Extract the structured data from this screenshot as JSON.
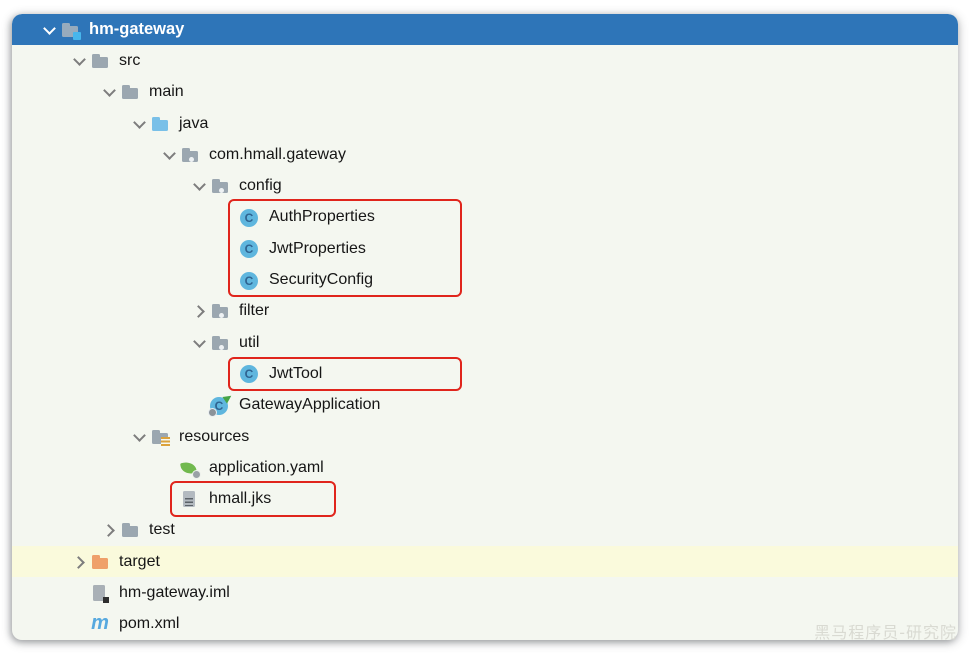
{
  "window": {
    "app": "IntelliJ IDEA project tree",
    "project": "hm-gateway"
  },
  "colors": {
    "selection_blue": "#2e75b8",
    "panel_background": "#f4f7f0",
    "excluded_row_highlight": "#fafadc",
    "annotation_red": "#e0251c",
    "source_folder_blue": "#79c0e8",
    "excluded_folder_orange": "#efa06a",
    "class_icon_blue": "#5fb6de",
    "spring_green": "#71b94e",
    "maven_blue": "#57a9df"
  },
  "icons": {
    "class_glyph": "C",
    "maven_glyph": "m"
  },
  "tree": {
    "rows": [
      {
        "label": "hm-gateway",
        "level": 0,
        "chevron": "expanded",
        "icon": "project-folder",
        "selected": true,
        "highlight": false
      },
      {
        "label": "src",
        "level": 1,
        "chevron": "expanded",
        "icon": "folder",
        "selected": false,
        "highlight": false
      },
      {
        "label": "main",
        "level": 2,
        "chevron": "expanded",
        "icon": "folder",
        "selected": false,
        "highlight": false
      },
      {
        "label": "java",
        "level": 3,
        "chevron": "expanded",
        "icon": "source-folder",
        "selected": false,
        "highlight": false
      },
      {
        "label": "com.hmall.gateway",
        "level": 4,
        "chevron": "expanded",
        "icon": "package-folder",
        "selected": false,
        "highlight": false
      },
      {
        "label": "config",
        "level": 5,
        "chevron": "expanded",
        "icon": "package-folder",
        "selected": false,
        "highlight": false
      },
      {
        "label": "AuthProperties",
        "level": 6,
        "chevron": "none",
        "icon": "class",
        "selected": false,
        "highlight": false
      },
      {
        "label": "JwtProperties",
        "level": 6,
        "chevron": "none",
        "icon": "class",
        "selected": false,
        "highlight": false
      },
      {
        "label": "SecurityConfig",
        "level": 6,
        "chevron": "none",
        "icon": "class",
        "selected": false,
        "highlight": false
      },
      {
        "label": "filter",
        "level": 5,
        "chevron": "collapsed",
        "icon": "package-folder",
        "selected": false,
        "highlight": false
      },
      {
        "label": "util",
        "level": 5,
        "chevron": "expanded",
        "icon": "package-folder",
        "selected": false,
        "highlight": false
      },
      {
        "label": "JwtTool",
        "level": 6,
        "chevron": "none",
        "icon": "class",
        "selected": false,
        "highlight": false
      },
      {
        "label": "GatewayApplication",
        "level": 5,
        "chevron": "none",
        "icon": "main-class",
        "selected": false,
        "highlight": false
      },
      {
        "label": "resources",
        "level": 3,
        "chevron": "expanded",
        "icon": "resources-folder",
        "selected": false,
        "highlight": false
      },
      {
        "label": "application.yaml",
        "level": 4,
        "chevron": "none",
        "icon": "spring-yaml",
        "selected": false,
        "highlight": false
      },
      {
        "label": "hmall.jks",
        "level": 4,
        "chevron": "none",
        "icon": "generic-file",
        "selected": false,
        "highlight": false
      },
      {
        "label": "test",
        "level": 2,
        "chevron": "collapsed",
        "icon": "folder",
        "selected": false,
        "highlight": false
      },
      {
        "label": "target",
        "level": 1,
        "chevron": "collapsed",
        "icon": "excluded-folder",
        "selected": false,
        "highlight": true
      },
      {
        "label": "hm-gateway.iml",
        "level": 1,
        "chevron": "none",
        "icon": "iml-file",
        "selected": false,
        "highlight": false
      },
      {
        "label": "pom.xml",
        "level": 1,
        "chevron": "none",
        "icon": "maven-file",
        "selected": false,
        "highlight": false
      }
    ]
  },
  "annotations": {
    "boxes": [
      {
        "name": "config-classes-highlight",
        "around": [
          "AuthProperties",
          "JwtProperties",
          "SecurityConfig"
        ]
      },
      {
        "name": "jwt-tool-highlight",
        "around": [
          "JwtTool"
        ]
      },
      {
        "name": "hmall-jks-highlight",
        "around": [
          "hmall.jks"
        ]
      }
    ]
  },
  "watermark": {
    "text": "黑马程序员-研究院"
  }
}
